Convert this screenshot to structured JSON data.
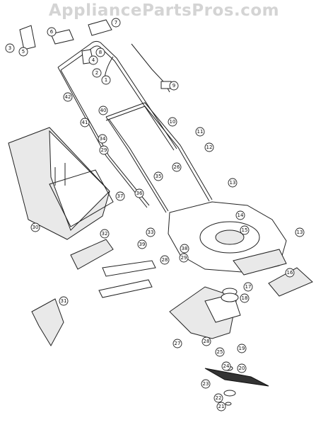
{
  "watermark": "AppliancePartsPros.com",
  "callouts": [
    "1",
    "2",
    "3",
    "4",
    "5",
    "6",
    "7",
    "8",
    "9",
    "10",
    "11",
    "12",
    "13",
    "14",
    "15",
    "16",
    "17",
    "18",
    "19",
    "20",
    "21",
    "22",
    "23",
    "24",
    "25",
    "26",
    "27",
    "28",
    "29",
    "30",
    "31",
    "32",
    "33",
    "34",
    "35",
    "36",
    "37",
    "38",
    "39",
    "40",
    "41",
    "42"
  ]
}
